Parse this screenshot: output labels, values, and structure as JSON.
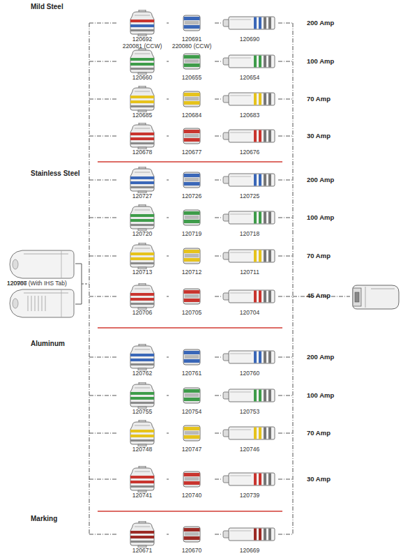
{
  "diagram": {
    "nodes": [
      {
        "text": [
          "120692",
          "220081 (CCW)"
        ]
      },
      {
        "text": [
          "120691",
          "220080 (CCW)"
        ]
      },
      {
        "text": [
          "120690"
        ]
      },
      {
        "text": [
          "120660"
        ]
      },
      {
        "text": [
          "120655"
        ]
      },
      {
        "text": [
          "120654"
        ]
      },
      {
        "text": [
          "120685"
        ]
      },
      {
        "text": [
          "120684"
        ]
      },
      {
        "text": [
          "120683"
        ]
      },
      {
        "text": [
          "120678"
        ]
      },
      {
        "text": [
          "120677"
        ]
      },
      {
        "text": [
          "120676"
        ]
      },
      {
        "text": [
          "120727"
        ]
      },
      {
        "text": [
          "120726"
        ]
      },
      {
        "text": [
          "120725"
        ]
      },
      {
        "text": [
          "120720"
        ]
      },
      {
        "text": [
          "120719"
        ]
      },
      {
        "text": [
          "120718"
        ]
      },
      {
        "text": [
          "120713"
        ]
      },
      {
        "text": [
          "120712"
        ]
      },
      {
        "text": [
          "120711"
        ]
      },
      {
        "text": [
          "120706"
        ]
      },
      {
        "text": [
          "120705"
        ]
      },
      {
        "text": [
          "120704"
        ]
      },
      {
        "text": [
          "120762"
        ]
      },
      {
        "text": [
          "120761"
        ]
      },
      {
        "text": [
          "120760"
        ]
      },
      {
        "text": [
          "120755"
        ]
      },
      {
        "text": [
          "120754"
        ]
      },
      {
        "text": [
          "120753"
        ]
      },
      {
        "text": [
          "120748"
        ]
      },
      {
        "text": [
          "120747"
        ]
      },
      {
        "text": [
          "120746"
        ]
      },
      {
        "text": [
          "120741"
        ]
      },
      {
        "text": [
          "120740"
        ]
      },
      {
        "text": [
          "120739"
        ]
      },
      {
        "text": [
          "120671"
        ]
      },
      {
        "text": [
          "120670"
        ]
      },
      {
        "text": [
          "120669"
        ]
      },
      {
        "text": [
          "120786"
        ]
      },
      {
        "text": [
          "120907 (With IHS Tab)"
        ]
      }
    ],
    "edges": [
      {
        "from": 0,
        "to": 1,
        "arrow": "none"
      },
      {
        "from": 1,
        "to": 2,
        "arrow": "none"
      },
      {
        "from": 3,
        "to": 4,
        "arrow": "none"
      },
      {
        "from": 4,
        "to": 5,
        "arrow": "none"
      },
      {
        "from": 6,
        "to": 7,
        "arrow": "none"
      },
      {
        "from": 7,
        "to": 8,
        "arrow": "none"
      },
      {
        "from": 9,
        "to": 10,
        "arrow": "none"
      },
      {
        "from": 10,
        "to": 11,
        "arrow": "none"
      },
      {
        "from": 12,
        "to": 13,
        "arrow": "none"
      },
      {
        "from": 13,
        "to": 14,
        "arrow": "none"
      },
      {
        "from": 15,
        "to": 16,
        "arrow": "none"
      },
      {
        "from": 16,
        "to": 17,
        "arrow": "none"
      },
      {
        "from": 18,
        "to": 19,
        "arrow": "none"
      },
      {
        "from": 19,
        "to": 20,
        "arrow": "none"
      },
      {
        "from": 21,
        "to": 22,
        "arrow": "none"
      },
      {
        "from": 22,
        "to": 23,
        "arrow": "none"
      },
      {
        "from": 24,
        "to": 25,
        "arrow": "none"
      },
      {
        "from": 25,
        "to": 26,
        "arrow": "none"
      },
      {
        "from": 27,
        "to": 28,
        "arrow": "none"
      },
      {
        "from": 28,
        "to": 29,
        "arrow": "none"
      },
      {
        "from": 30,
        "to": 31,
        "arrow": "none"
      },
      {
        "from": 31,
        "to": 32,
        "arrow": "none"
      },
      {
        "from": 33,
        "to": 34,
        "arrow": "none"
      },
      {
        "from": 34,
        "to": 35,
        "arrow": "none"
      },
      {
        "from": 36,
        "to": 37,
        "arrow": "none"
      },
      {
        "from": 37,
        "to": 38,
        "arrow": "none"
      }
    ],
    "labels": [
      "Mild Steel",
      "200 Amp",
      "100 Amp",
      "70 Amp",
      "30 Amp",
      "Stainless Steel",
      "200 Amp",
      "100 Amp",
      "70 Amp",
      "45 Amp",
      "Aluminum",
      "200 Amp",
      "100 Amp",
      "70 Amp",
      "30 Amp",
      "Marking"
    ]
  }
}
